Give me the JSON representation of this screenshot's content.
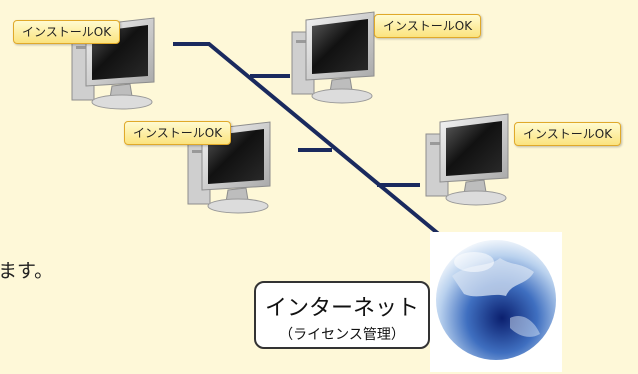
{
  "diagram": {
    "nodes": [
      {
        "id": "pc-1",
        "badge": "インストールOK"
      },
      {
        "id": "pc-2",
        "badge": "インストールOK"
      },
      {
        "id": "pc-3",
        "badge": "インストールOK"
      },
      {
        "id": "pc-4",
        "badge": "インストールOK"
      }
    ],
    "side_text": "ます。",
    "internet": {
      "title": "インターネット",
      "subtitle": "（ライセンス管理）"
    },
    "colors": {
      "background": "#fef8d8",
      "line": "#1a2a5e",
      "badge_border": "#e0a92a",
      "badge_fill": "#fbe37e"
    },
    "icons": [
      "monitor-icon",
      "globe-icon"
    ]
  }
}
